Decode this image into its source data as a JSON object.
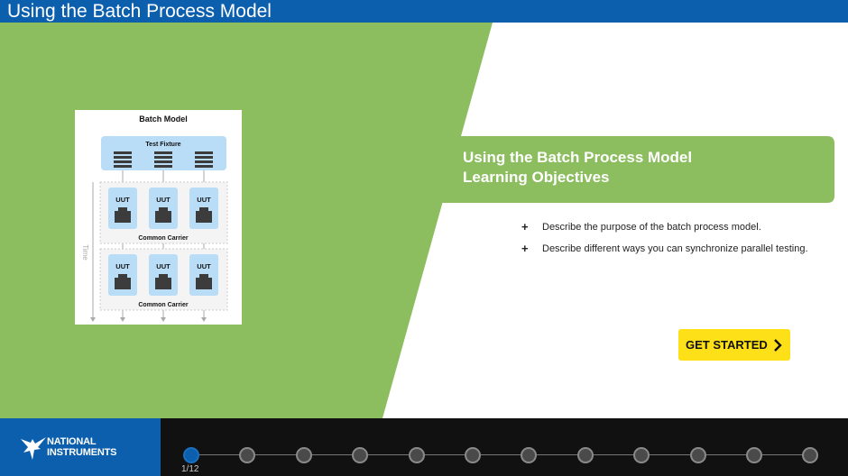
{
  "window": {
    "title": "Using the Batch Process Model"
  },
  "diagram": {
    "title": "Batch Model",
    "fixture_label": "Test Fixture",
    "uut_label": "UUT",
    "carrier_label": "Common Carrier",
    "time_label": "Time"
  },
  "objectives": {
    "heading_line1": "Using the Batch Process Model",
    "heading_line2": "Learning Objectives",
    "items": [
      {
        "bullet": "+",
        "text": "Describe the purpose of the batch process model."
      },
      {
        "bullet": "+",
        "text": "Describe different ways you can synchronize parallel testing."
      }
    ]
  },
  "get_started": {
    "label": "GET STARTED",
    "icon": "chevron-right-icon"
  },
  "footer": {
    "logo_line1": "NATIONAL",
    "logo_line2": "INSTRUMENTS",
    "logo_mark": "eagle-logo-icon",
    "page_indicator": "1/12",
    "current_step": 1,
    "total_steps": 12
  },
  "colors": {
    "title_bar": "#0b5fad",
    "green": "#8cbd5f",
    "button_yellow": "#fde017",
    "footer_dark": "#111111",
    "diagram_box": "#b9dcf7"
  }
}
